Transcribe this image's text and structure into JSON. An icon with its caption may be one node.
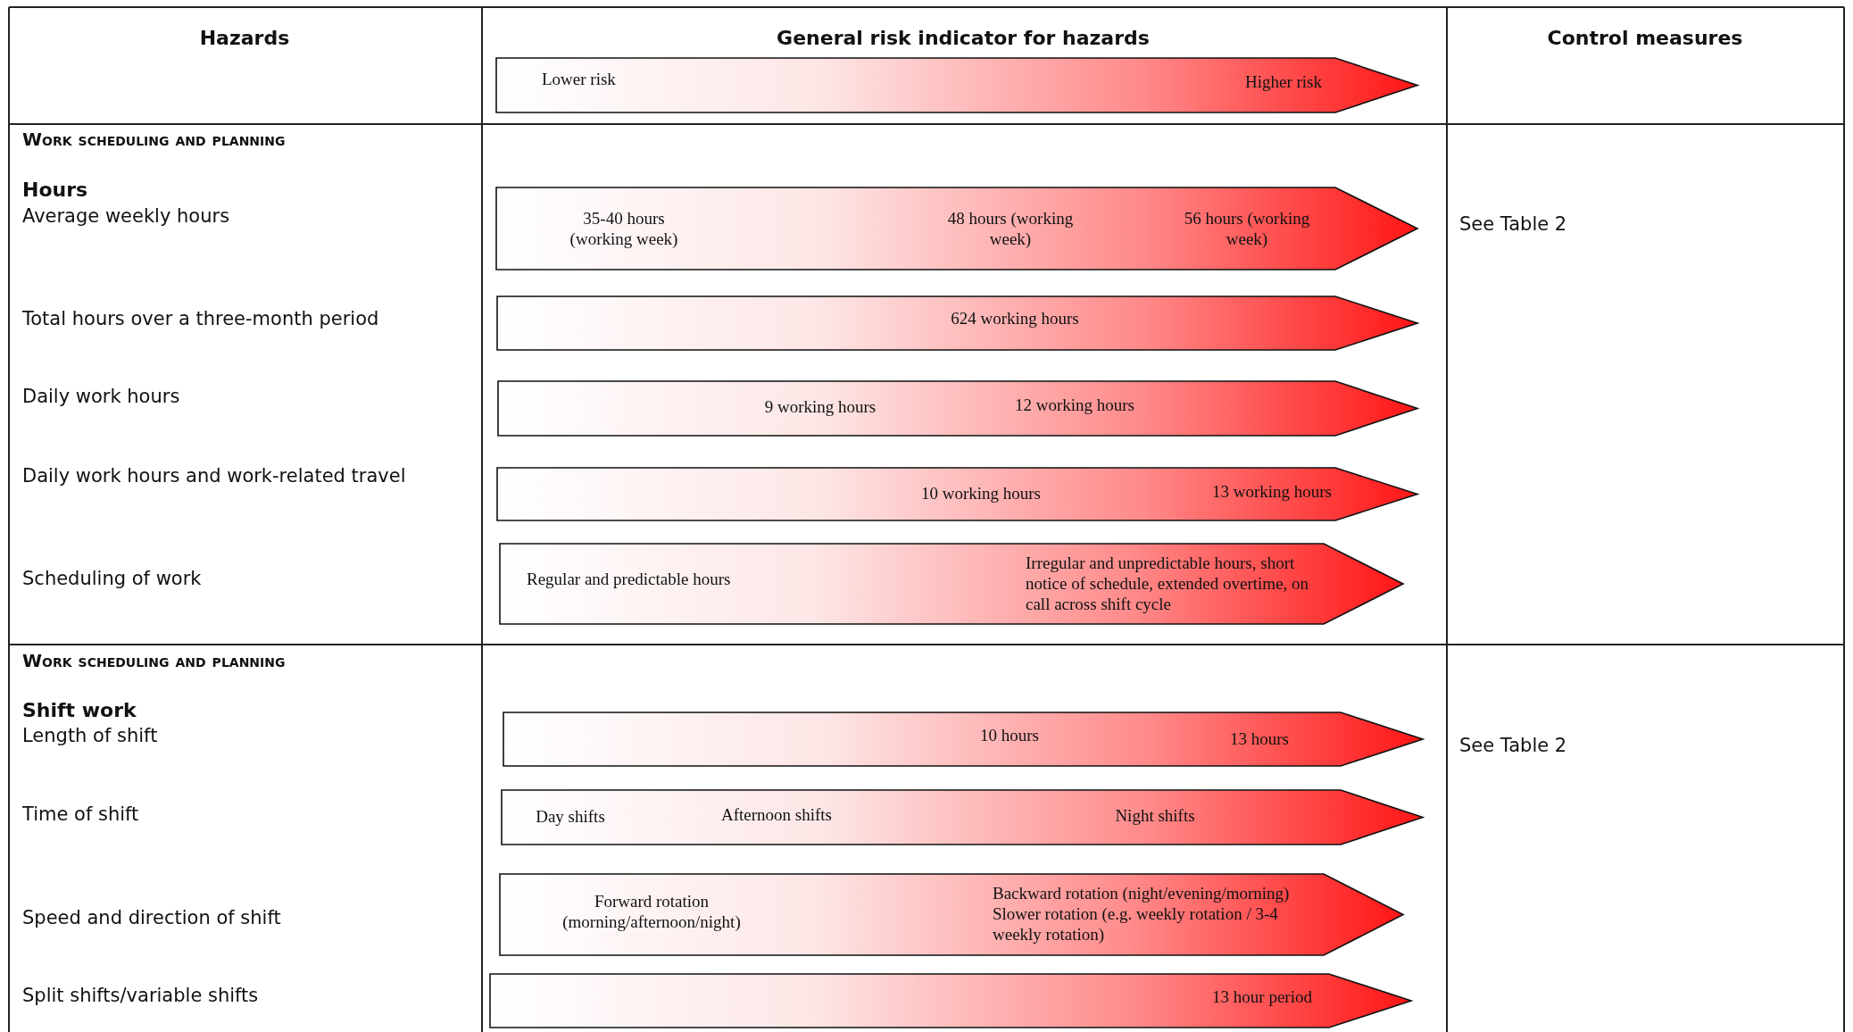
{
  "diagram": {
    "nodes": [
      {
        "text": [
          "Lower risk",
          "Higher risk"
        ]
      },
      {
        "text": [
          "35-40 hours (working week)",
          "48 hours (working week)",
          "56 hours (working week)"
        ]
      },
      {
        "text": [
          "624 working hours"
        ]
      },
      {
        "text": [
          "9 working hours",
          "12 working hours"
        ]
      },
      {
        "text": [
          "10 working hours",
          "13 working hours"
        ]
      },
      {
        "text": [
          "Regular and predictable hours",
          "Irregular and unpredictable hours, short notice of schedule, extended overtime, on call across shift cycle"
        ]
      },
      {
        "text": [
          "10 hours",
          "13 hours"
        ]
      },
      {
        "text": [
          "Day shifts",
          "Afternoon shifts",
          "Night shifts"
        ]
      },
      {
        "text": [
          "Forward rotation (morning/afternoon/night)",
          "Backward rotation (night/evening/morning) Slower rotation (e.g. weekly rotation / 3-4 weekly rotation)"
        ]
      },
      {
        "text": [
          "13 hour period"
        ]
      }
    ],
    "edges": [],
    "labels": [
      "Hazards",
      "General risk indicator for hazards",
      "Control measures",
      "Work scheduling and planning",
      "Hours",
      "Average weekly hours",
      "See Table 2",
      "Total hours over a three-month period",
      "Daily work hours",
      "Daily work hours and work-related travel",
      "Scheduling of work",
      "Work scheduling and planning",
      "Shift work",
      "Length of shift",
      "See Table 2",
      "Time of shift",
      "Speed and direction of shift",
      "Split shifts/variable shifts"
    ]
  }
}
